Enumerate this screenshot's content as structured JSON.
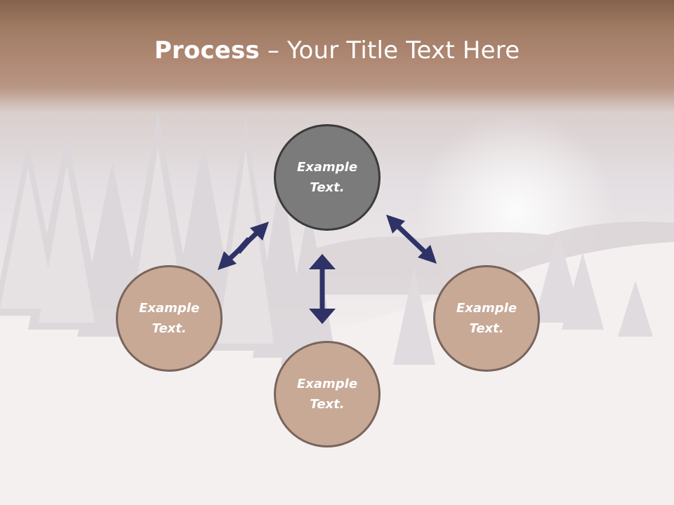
{
  "title": {
    "bold": "Process",
    "rest": " – Your Title Text Here"
  },
  "nodes": {
    "top": {
      "line1": "Example",
      "line2": "Text."
    },
    "left": {
      "line1": "Example",
      "line2": "Text."
    },
    "right": {
      "line1": "Example",
      "line2": "Text."
    },
    "bottom": {
      "line1": "Example",
      "line2": "Text."
    }
  },
  "colors": {
    "header": "#a07b64",
    "center_node": "#7b7b7b",
    "outer_node": "#c7a996",
    "arrow": "#2e3266"
  }
}
